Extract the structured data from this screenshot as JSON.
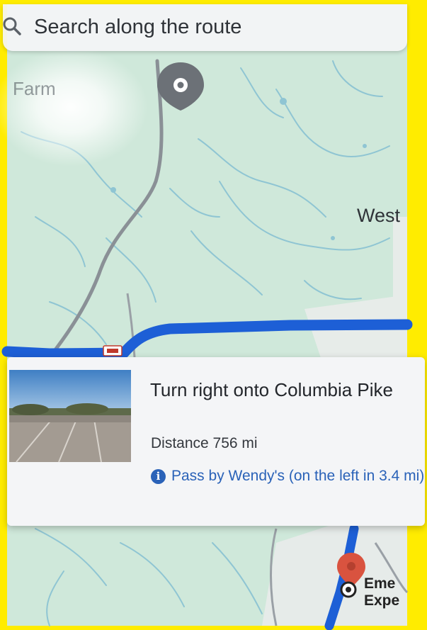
{
  "search": {
    "placeholder": "Search along the route",
    "icon": "search-icon"
  },
  "map": {
    "labels": {
      "farm": "Farm",
      "west": "West",
      "destination_line1": "Eme",
      "destination_line2": "Expe"
    },
    "colors": {
      "land": "#cfe8da",
      "route": "#1d5fd6",
      "road": "#8a9096",
      "river": "#8fc5d3",
      "pin": "#d9533f"
    }
  },
  "direction_card": {
    "turn_instruction": "Turn right onto Columbia Pike",
    "distance_label": "Distance",
    "distance_value": "756 mi",
    "info_icon": "info-icon",
    "info_text": "Pass by Wendy's (on the left in 3.4 mi)"
  }
}
